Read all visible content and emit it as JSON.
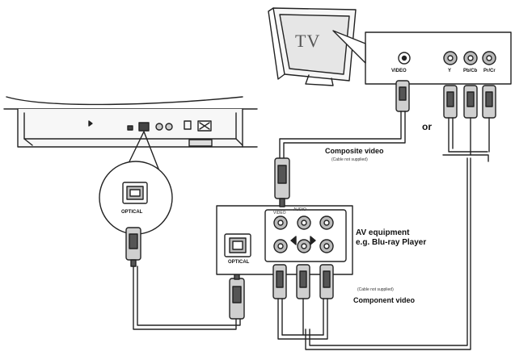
{
  "labels": {
    "tv": "TV",
    "video": "VIDEO",
    "y": "Y",
    "pb_cb": "Pb/Cb",
    "pr_cr": "Pr/Cr",
    "or": "or",
    "composite_video": "Composite video",
    "composite_note": "(Cable not supplied)",
    "optical_connector": "OPTICAL",
    "av_equipment_line1": "AV equipment",
    "av_equipment_line2": "e.g. Blu-ray Player",
    "av_optical": "OPTICAL",
    "av_video_out": "VIDEO",
    "av_audio_out": "AUDIO",
    "component_note": "(Cable not supplied)",
    "component_video": "Component video"
  },
  "colors": {
    "line": "#222222",
    "fill_light": "#f4f4f4",
    "fill_mid": "#cfcfcf",
    "fill_dark": "#555555"
  }
}
